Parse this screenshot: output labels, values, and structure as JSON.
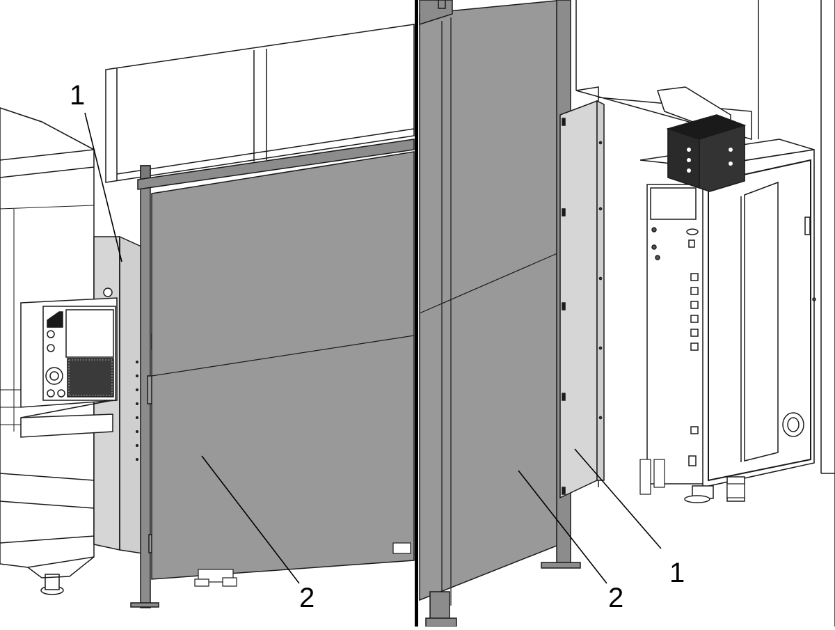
{
  "callouts": {
    "left_1": "1",
    "left_2": "2",
    "right_1": "1",
    "right_2": "2"
  },
  "colors": {
    "panel_gray": "#999999",
    "light_panel": "#d6d6d6",
    "post_gray": "#8c8c8c",
    "outline": "#1a1a1a",
    "divider": "#000000",
    "background": "#ffffff"
  }
}
